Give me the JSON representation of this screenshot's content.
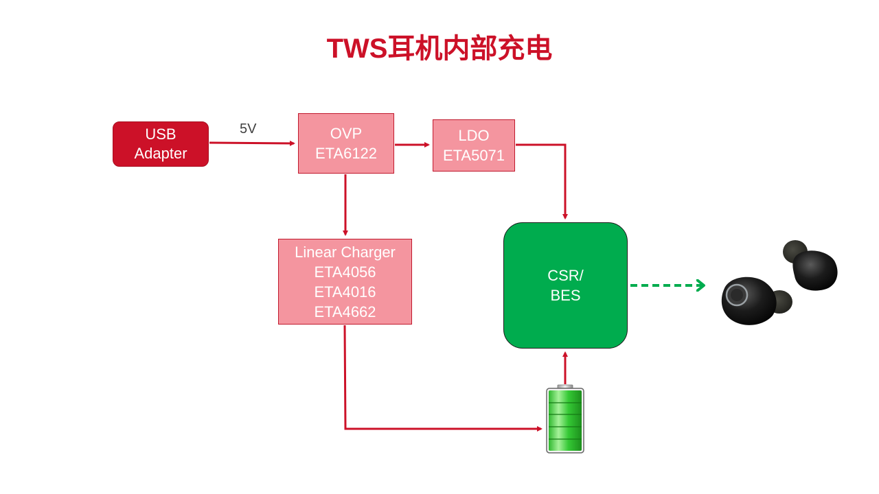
{
  "title": "TWS耳机内部充电",
  "colors": {
    "accent_red": "#cc1128",
    "block_pink": "#f4959f",
    "soc_green": "#00ac4e",
    "wire_red": "#cc1128",
    "data_link_green": "#00ac4e"
  },
  "blocks": {
    "usb_adapter": {
      "lines": [
        "USB",
        "Adapter"
      ]
    },
    "ovp": {
      "lines": [
        "OVP",
        "ETA6122"
      ]
    },
    "ldo": {
      "lines": [
        "LDO",
        "ETA5071"
      ]
    },
    "linear_charger": {
      "lines": [
        "Linear Charger",
        "ETA4056",
        "ETA4016",
        "ETA4662"
      ]
    },
    "soc": {
      "lines": [
        "CSR/",
        "BES"
      ]
    }
  },
  "connections": {
    "usb_to_ovp_label": "5V"
  },
  "icons": {
    "battery": "battery-icon",
    "earbuds": "earbuds-image"
  }
}
